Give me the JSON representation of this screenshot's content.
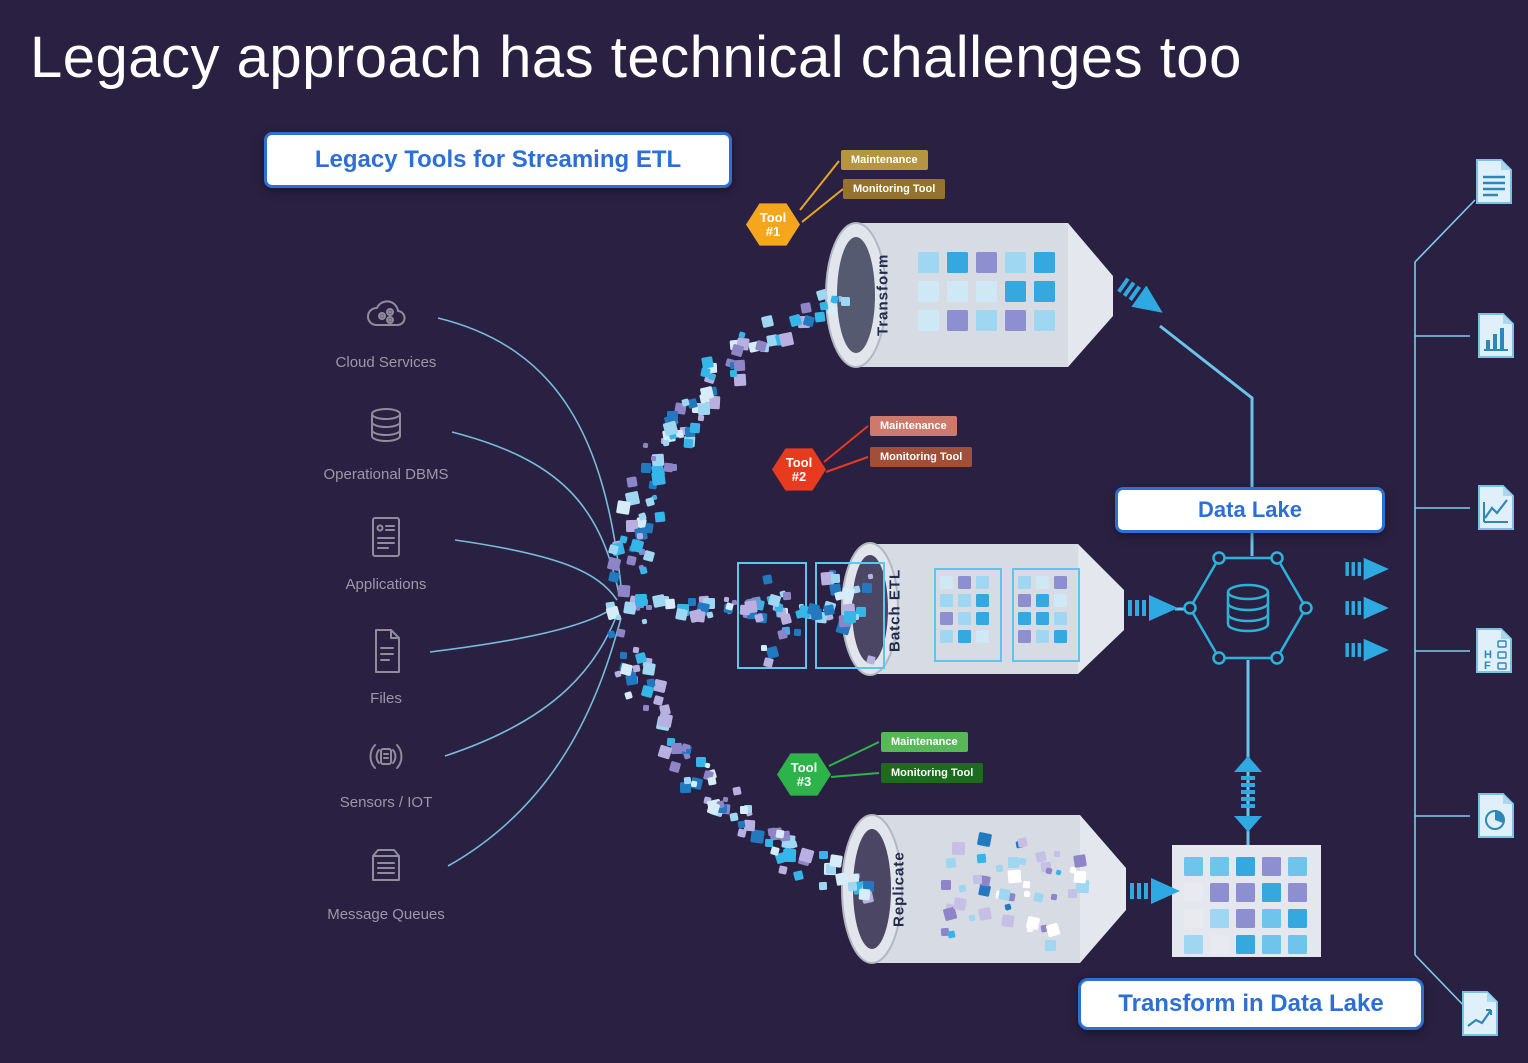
{
  "title": "Legacy approach has technical challenges too",
  "labels": {
    "legacy_tools": "Legacy Tools for Streaming ETL",
    "data_lake": "Data Lake",
    "transform_in_lake": "Transform in Data Lake"
  },
  "sources": [
    {
      "label": "Cloud Services",
      "icon": "cloud-services-icon"
    },
    {
      "label": "Operational DBMS",
      "icon": "operational-dbms-icon"
    },
    {
      "label": "Applications",
      "icon": "applications-icon"
    },
    {
      "label": "Files",
      "icon": "files-icon"
    },
    {
      "label": "Sensors / IOT",
      "icon": "sensors-iot-icon"
    },
    {
      "label": "Message Queues",
      "icon": "message-queues-icon"
    }
  ],
  "pipelines": [
    {
      "label": "Transform"
    },
    {
      "label": "Batch ETL"
    },
    {
      "label": "Replicate"
    }
  ],
  "tools": [
    {
      "name": "Tool",
      "number": "#1",
      "color": "#f5a61d",
      "tags": [
        {
          "label": "Maintenance",
          "color": "#b5953f"
        },
        {
          "label": "Monitoring Tool",
          "color": "#96732c"
        }
      ]
    },
    {
      "name": "Tool",
      "number": "#2",
      "color": "#e83a1e",
      "tags": [
        {
          "label": "Maintenance",
          "color": "#cd7a6d"
        },
        {
          "label": "Monitoring Tool",
          "color": "#a14f38"
        }
      ]
    },
    {
      "name": "Tool",
      "number": "#3",
      "color": "#2eb34a",
      "tags": [
        {
          "label": "Maintenance",
          "color": "#57b857"
        },
        {
          "label": "Monitoring Tool",
          "color": "#1d6b1d"
        }
      ]
    }
  ],
  "right_icons": [
    {
      "name": "doc-report-icon"
    },
    {
      "name": "doc-bar-chart-icon"
    },
    {
      "name": "doc-line-chart-icon"
    },
    {
      "name": "doc-config-icon",
      "line1": "H",
      "line2": "F"
    },
    {
      "name": "doc-pie-chart-icon"
    },
    {
      "name": "doc-trend-icon"
    }
  ],
  "palettes": {
    "background": "#2a2142",
    "accent": "#2e6fd6",
    "arrow": "#2fa9e2",
    "line": "#7fcdea",
    "stream": [
      "#35b6e8",
      "#9fd6f2",
      "#8d85c8",
      "#b8b0e0",
      "#2279c0",
      "#d6ecf8"
    ],
    "grid": [
      "#35a8e0",
      "#9fd6f2",
      "#8d8fd0",
      "#cfe8f6"
    ],
    "replicate": [
      "#ffffff",
      "#35b6e8",
      "#9fd6f2",
      "#8d85c8",
      "#c6bfe6",
      "#2279c0"
    ],
    "table": [
      "#35a8e0",
      "#9fd6f2",
      "#8d8fd0",
      "#e8eaf0",
      "#6fc4ec"
    ]
  }
}
